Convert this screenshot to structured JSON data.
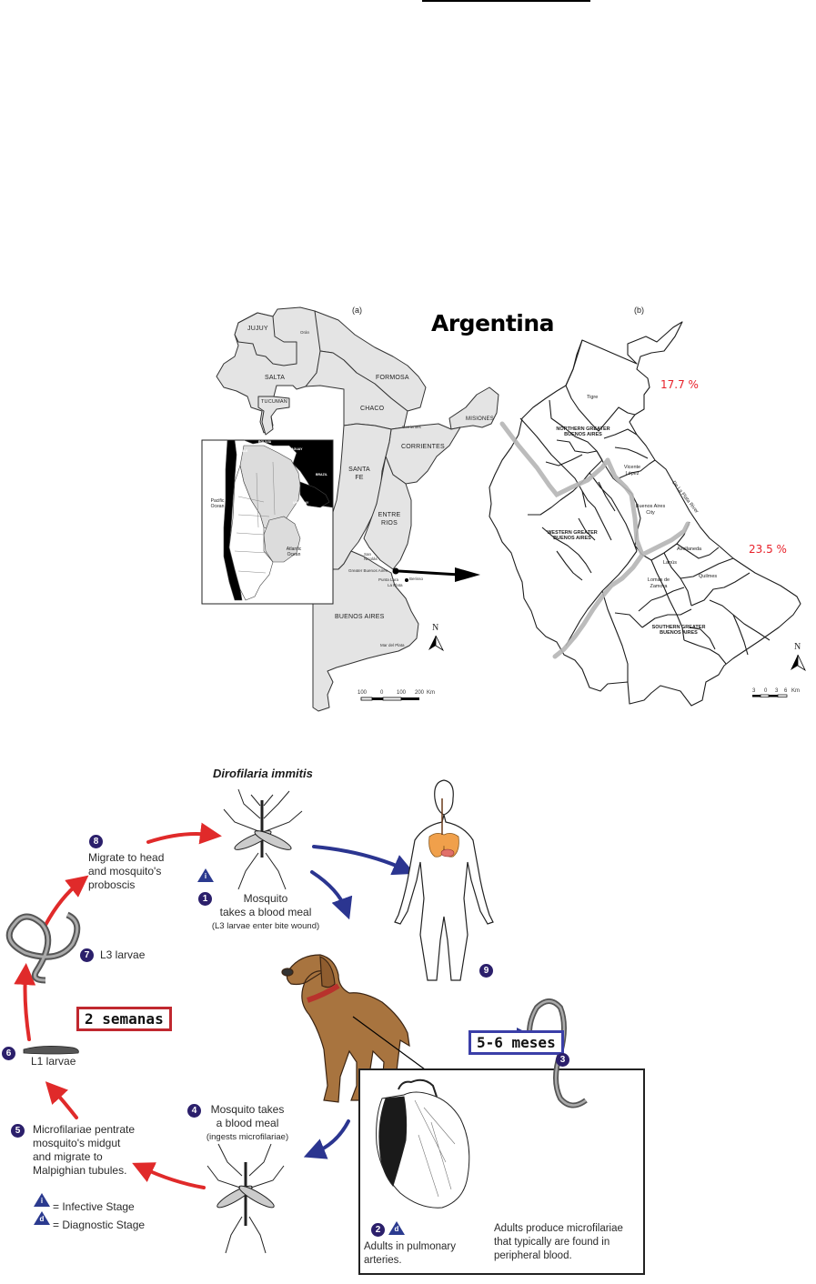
{
  "map_figure": {
    "title": "Argentina",
    "panel_a": {
      "label": "(a)",
      "provinces": [
        "JUJUY",
        "SALTA",
        "TUCUMAN",
        "FORMOSA",
        "CHACO",
        "MISIONES",
        "CORRIENTES",
        "SANTA FE",
        "ENTRE RIOS",
        "BUENOS AIRES"
      ],
      "cities": [
        "Orán",
        "Corrientes",
        "San Nicolás",
        "Greater Buenos Aires",
        "Punta Lara",
        "Berisso",
        "La Plata",
        "Mar del Plata"
      ],
      "inset": {
        "countries": [
          "CHILE",
          "BOLIVIA",
          "PARAGUAY",
          "BRAZIL",
          "URUGUAY"
        ],
        "oceans": [
          "Pacific Ocean",
          "Atlantic Ocean"
        ]
      },
      "scale": {
        "ticks": [
          "100",
          "0",
          "100",
          "200"
        ],
        "unit": "Km"
      },
      "north_label": "N"
    },
    "panel_b": {
      "label": "(b)",
      "regions": [
        "NORTHERN GREATER BUENOS AIRES",
        "WESTERN GREATER BUENOS AIRES",
        "SOUTHERN GREATER BUENOS AIRES"
      ],
      "municipalities": [
        "Tigre",
        "Vicente López",
        "Buenos Aires City",
        "Avellaneda",
        "Lanús",
        "Lomas de Zamora",
        "Quilmes"
      ],
      "river_label": "De La Plata River",
      "prevalence": [
        {
          "zone": "north",
          "value": "17.7 %"
        },
        {
          "zone": "south",
          "value": "23.5 %"
        }
      ],
      "scale": {
        "ticks": [
          "3",
          "0",
          "3",
          "6"
        ],
        "unit": "Km"
      },
      "north_label": "N"
    },
    "colors": {
      "province_fill": "#e4e4e4",
      "highlight_text": "#e8212a",
      "neighbor_fill": "#000000"
    }
  },
  "life_cycle": {
    "title": "Dirofilaria immitis",
    "steps": [
      {
        "num": "1",
        "lines": [
          "Mosquito",
          "takes a blood meal"
        ],
        "sub": "(L3 larvae enter bite wound)"
      },
      {
        "num": "2",
        "lines": [
          "Adults in pulmonary",
          "arteries."
        ]
      },
      {
        "num": "3",
        "lines": [
          "Adults produce microfilariae",
          "that typically are found in",
          "peripheral blood."
        ]
      },
      {
        "num": "4",
        "lines": [
          "Mosquito takes",
          "a blood meal"
        ],
        "sub": "(ingests microfilariae)"
      },
      {
        "num": "5",
        "lines": [
          "Microfilariae pentrate",
          "mosquito's midgut",
          "and migrate to",
          "Malpighian tubules."
        ]
      },
      {
        "num": "6",
        "lines": [
          "L1 larvae"
        ]
      },
      {
        "num": "7",
        "lines": [
          "L3 larvae"
        ]
      },
      {
        "num": "8",
        "lines": [
          "Migrate to head",
          "and mosquito's",
          "proboscis"
        ]
      },
      {
        "num": "9",
        "lines": []
      }
    ],
    "legend": [
      {
        "symbol": "i",
        "text": "= Infective Stage"
      },
      {
        "symbol": "d",
        "text": "= Diagnostic Stage"
      }
    ],
    "annotations": {
      "l1_to_l3": "2 semanas",
      "adult_to_microfilariae": "5-6 meses"
    },
    "colors": {
      "cycle_arrow_red": "#e02a2a",
      "host_arrow_blue": "#2b3590",
      "step_circle": "#2b1f6b",
      "callout_red": "#c0282f",
      "callout_blue": "#3b3fa8"
    }
  }
}
